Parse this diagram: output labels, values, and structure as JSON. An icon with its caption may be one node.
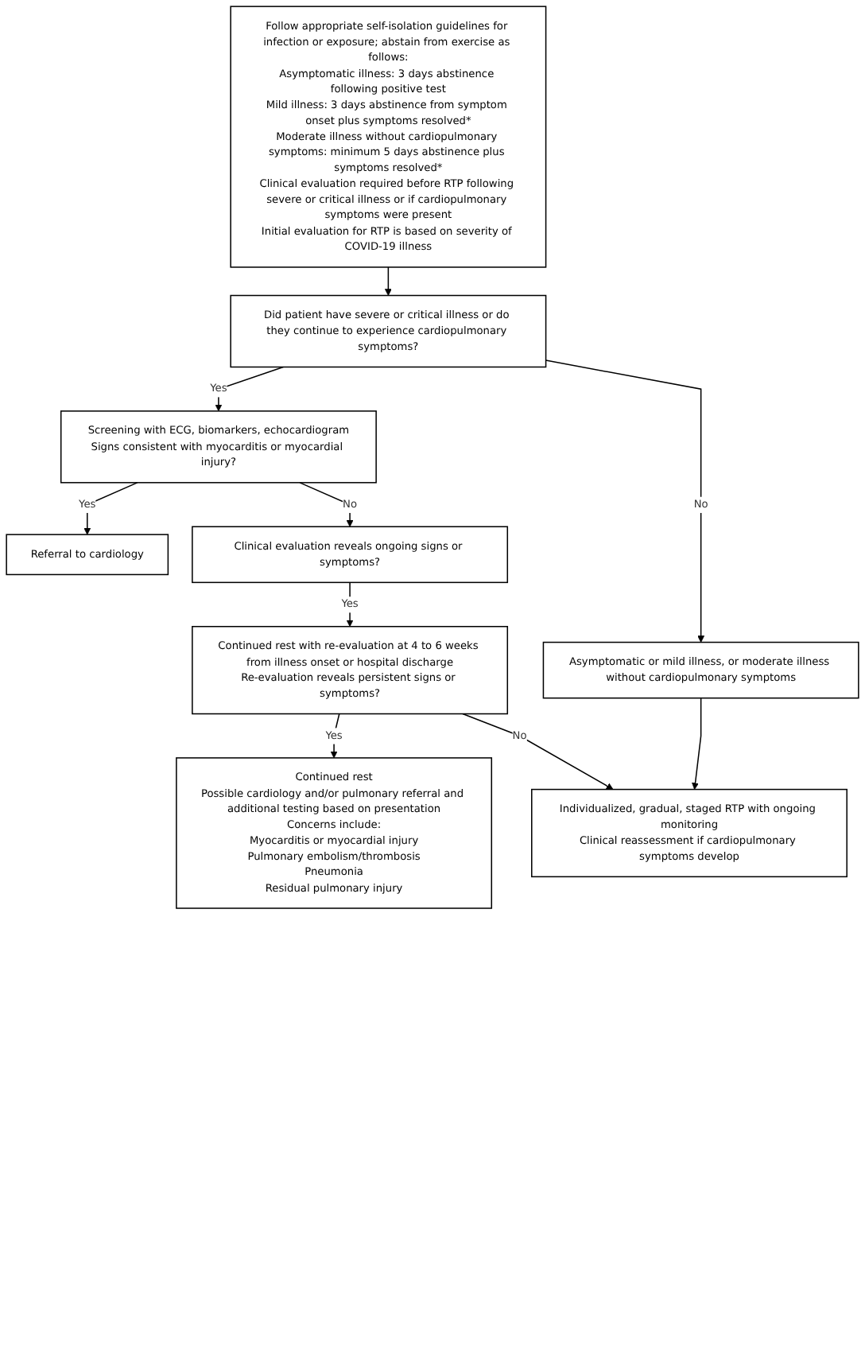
{
  "diagram": {
    "nodes": [
      {
        "text": [
          "Follow appropriate self-isolation guidelines for infection or exposure; abstain from exercise as follows:",
          "Asymptomatic illness: 3 days abstinence following positive test",
          "Mild illness: 3 days abstinence from symptom onset plus symptoms resolved*",
          "Moderate illness without cardiopulmonary symptoms: minimum 5 days abstinence plus symptoms resolved*",
          "Clinical evaluation required before RTP following severe or critical illness or if cardiopulmonary symptoms were present",
          "Initial evaluation for RTP is based on severity of COVID-19 illness"
        ]
      },
      {
        "text": [
          "Did patient have severe or critical illness or do they continue to experience cardiopulmonary symptoms?"
        ]
      },
      {
        "text": [
          "Screening with ECG, biomarkers, echocardiogram",
          "Signs consistent with myocarditis or myocardial injury?"
        ]
      },
      {
        "text": [
          "Asymptomatic or mild illness, or moderate illness without cardiopulmonary symptoms"
        ]
      },
      {
        "text": [
          "Referral to cardiology"
        ]
      },
      {
        "text": [
          "Clinical evaluation reveals ongoing signs or symptoms?"
        ]
      },
      {
        "text": [
          "Continued rest with re-evaluation at 4 to 6 weeks from illness onset or hospital discharge",
          "Re-evaluation reveals persistent signs or symptoms?"
        ]
      },
      {
        "text": [
          "Continued rest",
          "Possible cardiology and/or pulmonary referral and additional testing based on presentation",
          "Concerns include:",
          "Myocarditis or myocardial injury",
          "Pulmonary embolism/thrombosis",
          "Pneumonia",
          "Residual pulmonary injury"
        ]
      },
      {
        "text": [
          "Individualized, gradual, staged RTP with ongoing monitoring",
          "Clinical reassessment if cardiopulmonary symptoms develop"
        ]
      }
    ],
    "edges": [
      {
        "from": 0,
        "to": 1,
        "arrow": "to"
      },
      {
        "from": 1,
        "to": 2,
        "label": "Yes",
        "arrow": "to"
      },
      {
        "from": 1,
        "to": 3,
        "label": "No",
        "arrow": "to"
      },
      {
        "from": 2,
        "to": 4,
        "label": "Yes",
        "arrow": "to"
      },
      {
        "from": 2,
        "to": 5,
        "label": "No",
        "arrow": "to"
      },
      {
        "from": 5,
        "to": 6,
        "label": "Yes",
        "arrow": "to"
      },
      {
        "from": 6,
        "to": 7,
        "label": "Yes",
        "arrow": "to"
      },
      {
        "from": 6,
        "to": 8,
        "label": "No",
        "arrow": "to"
      },
      {
        "from": 3,
        "to": 8,
        "arrow": "to"
      }
    ]
  }
}
